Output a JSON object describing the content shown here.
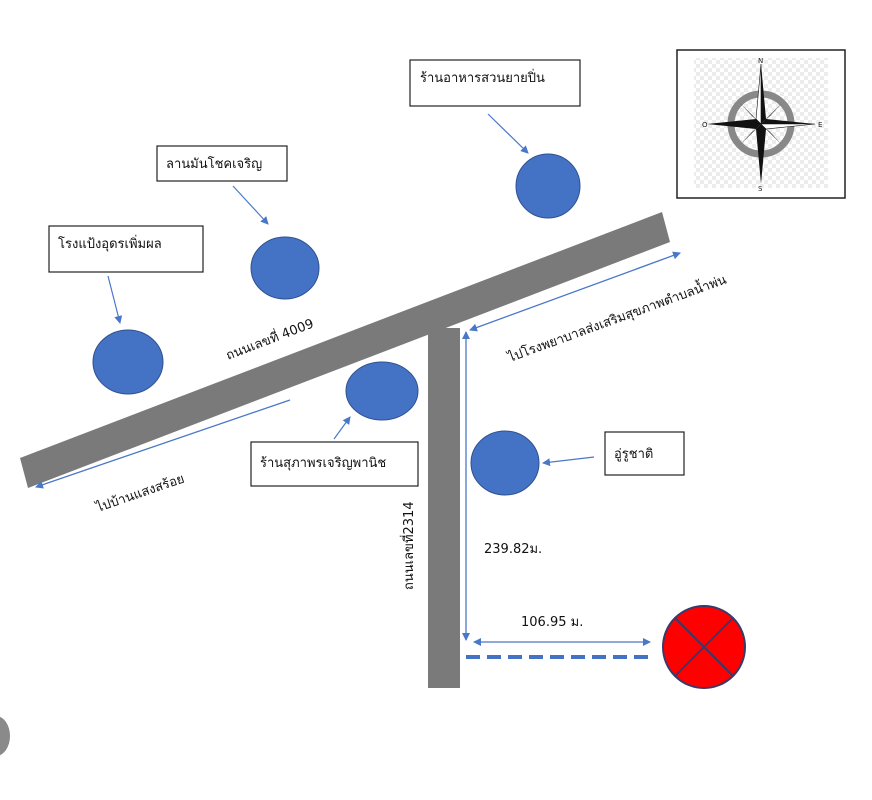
{
  "roads": {
    "main": {
      "name": "ถนนเลขที่ 4009"
    },
    "side": {
      "name": "ถนนเลขที่2314"
    }
  },
  "directions": {
    "west": "ไปบ้านแสงสร้อย",
    "east": "ไปโรงพยาบาลส่งเสริมสุขภาพตำบลน้ำพ่น"
  },
  "places": [
    {
      "label": "ร้านอาหารสวนยายปิ่น"
    },
    {
      "label": "ลานมันโชคเจริญ"
    },
    {
      "label": "โรงแป้งอุดรเพิ่มผล"
    },
    {
      "label": "ร้านสุภาพรเจริญพานิช"
    },
    {
      "label": "อู่รูชาติ"
    }
  ],
  "distances": {
    "vertical": "239.82ม.",
    "horizontal": "106.95 ม."
  },
  "compass": {
    "n": "N",
    "e": "E",
    "s": "S",
    "w": "O"
  },
  "colors": {
    "place": "#4472c4",
    "road": "#7a7a7a",
    "target": "#ff0000",
    "arrow": "#4a78c8"
  }
}
